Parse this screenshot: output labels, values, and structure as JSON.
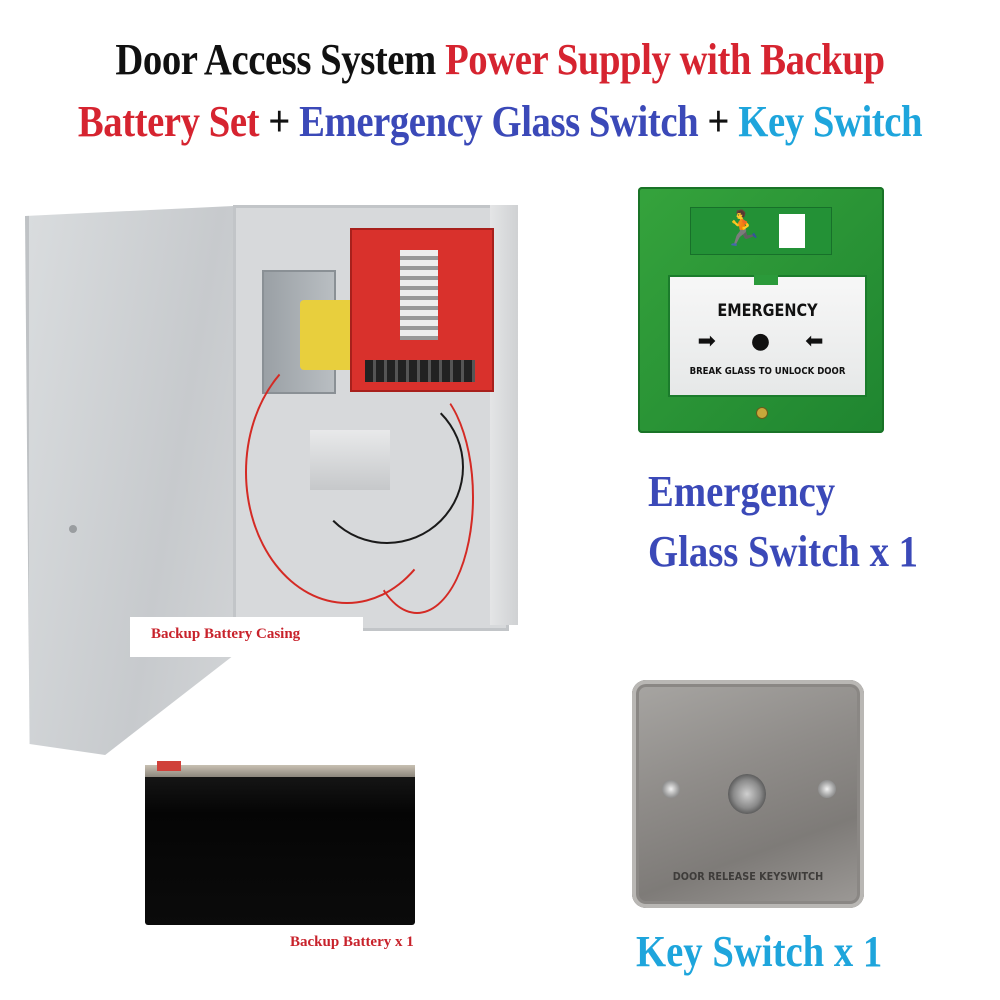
{
  "title": {
    "line1": [
      {
        "text": "Door Access System ",
        "color": "#111111"
      },
      {
        "text": "Power Supply with Backup",
        "color": "#d62430"
      }
    ],
    "line2": [
      {
        "text": "Battery Set",
        "color": "#d62430"
      },
      {
        "text": " + ",
        "color": "#111111"
      },
      {
        "text": "Emergency Glass Switch",
        "color": "#3b49b8"
      },
      {
        "text": " + ",
        "color": "#111111"
      },
      {
        "text": "Key Switch",
        "color": "#1ea5dc"
      }
    ]
  },
  "products": {
    "power_supply": {
      "label": "Backup Battery Casing"
    },
    "battery": {
      "label": "Backup Battery x 1"
    },
    "emergency_switch": {
      "panel_heading": "EMERGENCY",
      "panel_arrows": "➡ ● ⬅",
      "panel_subtext": "BREAK GLASS TO UNLOCK DOOR",
      "runner_icon": "🏃",
      "caption_line1": "Emergency",
      "caption_line2": "Glass Switch x 1"
    },
    "key_switch": {
      "plate_text": "DOOR RELEASE KEYSWITCH",
      "caption": "Key Switch x 1"
    }
  },
  "colors": {
    "black": "#111111",
    "red": "#d62430",
    "blue": "#3b49b8",
    "cyan": "#1ea5dc",
    "switch_green": "#2a9a38"
  }
}
